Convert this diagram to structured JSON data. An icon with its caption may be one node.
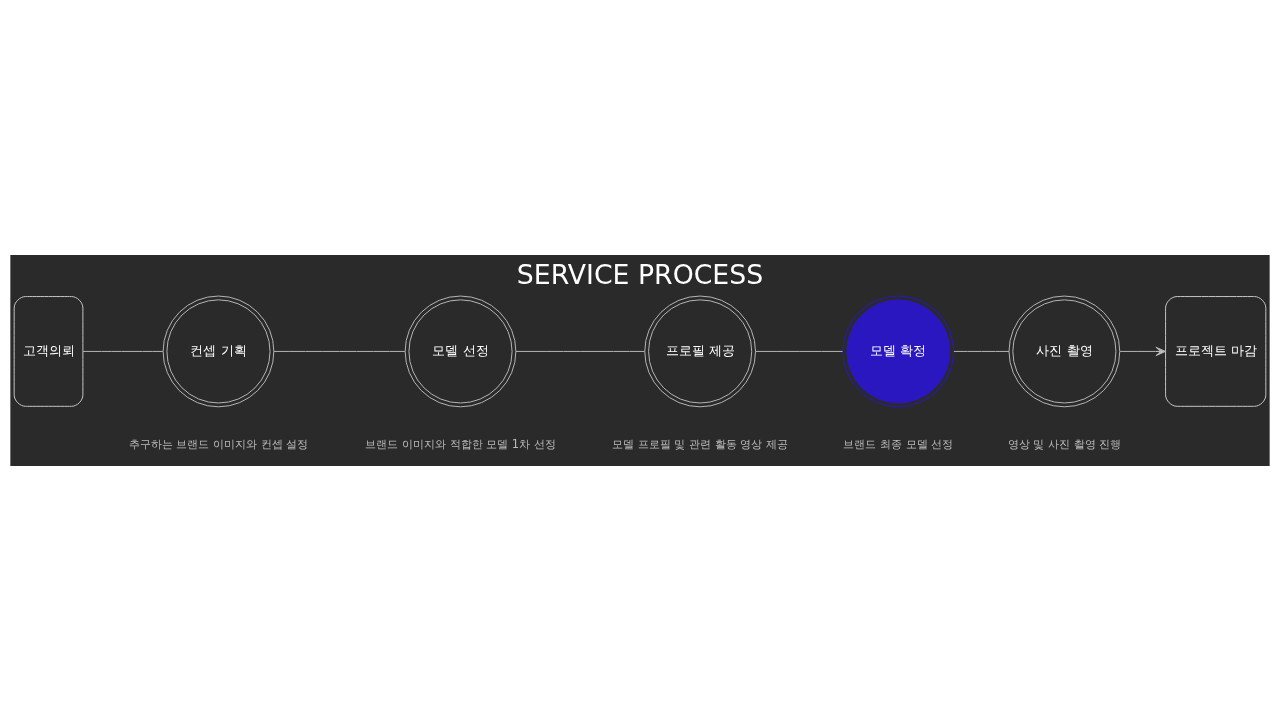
{
  "diagram": {
    "title": "SERVICE PROCESS",
    "nodes": [
      {
        "text": [
          "고객의뢰"
        ]
      },
      {
        "text": [
          "컨셉 기획"
        ],
        "beside": [
          "추구하는 브랜드 이미지와 컨셉 설정"
        ]
      },
      {
        "text": [
          "모델 선정"
        ],
        "beside": [
          "브랜드 이미지와 적합한 모델 1차 선정"
        ]
      },
      {
        "text": [
          "프로필 제공"
        ],
        "beside": [
          "모델 프로필 및 관련 활동 영상 제공"
        ]
      },
      {
        "text": [
          "모델 확정"
        ],
        "beside": [
          "브랜드 최종 모델 선정"
        ]
      },
      {
        "text": [
          "사진 촬영"
        ],
        "beside": [
          "영상 및 사진 촬영 진행"
        ]
      },
      {
        "text": [
          "프로젝트 마감"
        ]
      }
    ],
    "edges": [
      {
        "from": 0,
        "to": 1,
        "arrow": "none"
      },
      {
        "from": 1,
        "to": 2,
        "arrow": "none"
      },
      {
        "from": 2,
        "to": 3,
        "arrow": "none"
      },
      {
        "from": 3,
        "to": 4,
        "arrow": "none"
      },
      {
        "from": 4,
        "to": 5,
        "arrow": "none"
      },
      {
        "from": 5,
        "to": 6,
        "arrow": "to"
      }
    ]
  }
}
